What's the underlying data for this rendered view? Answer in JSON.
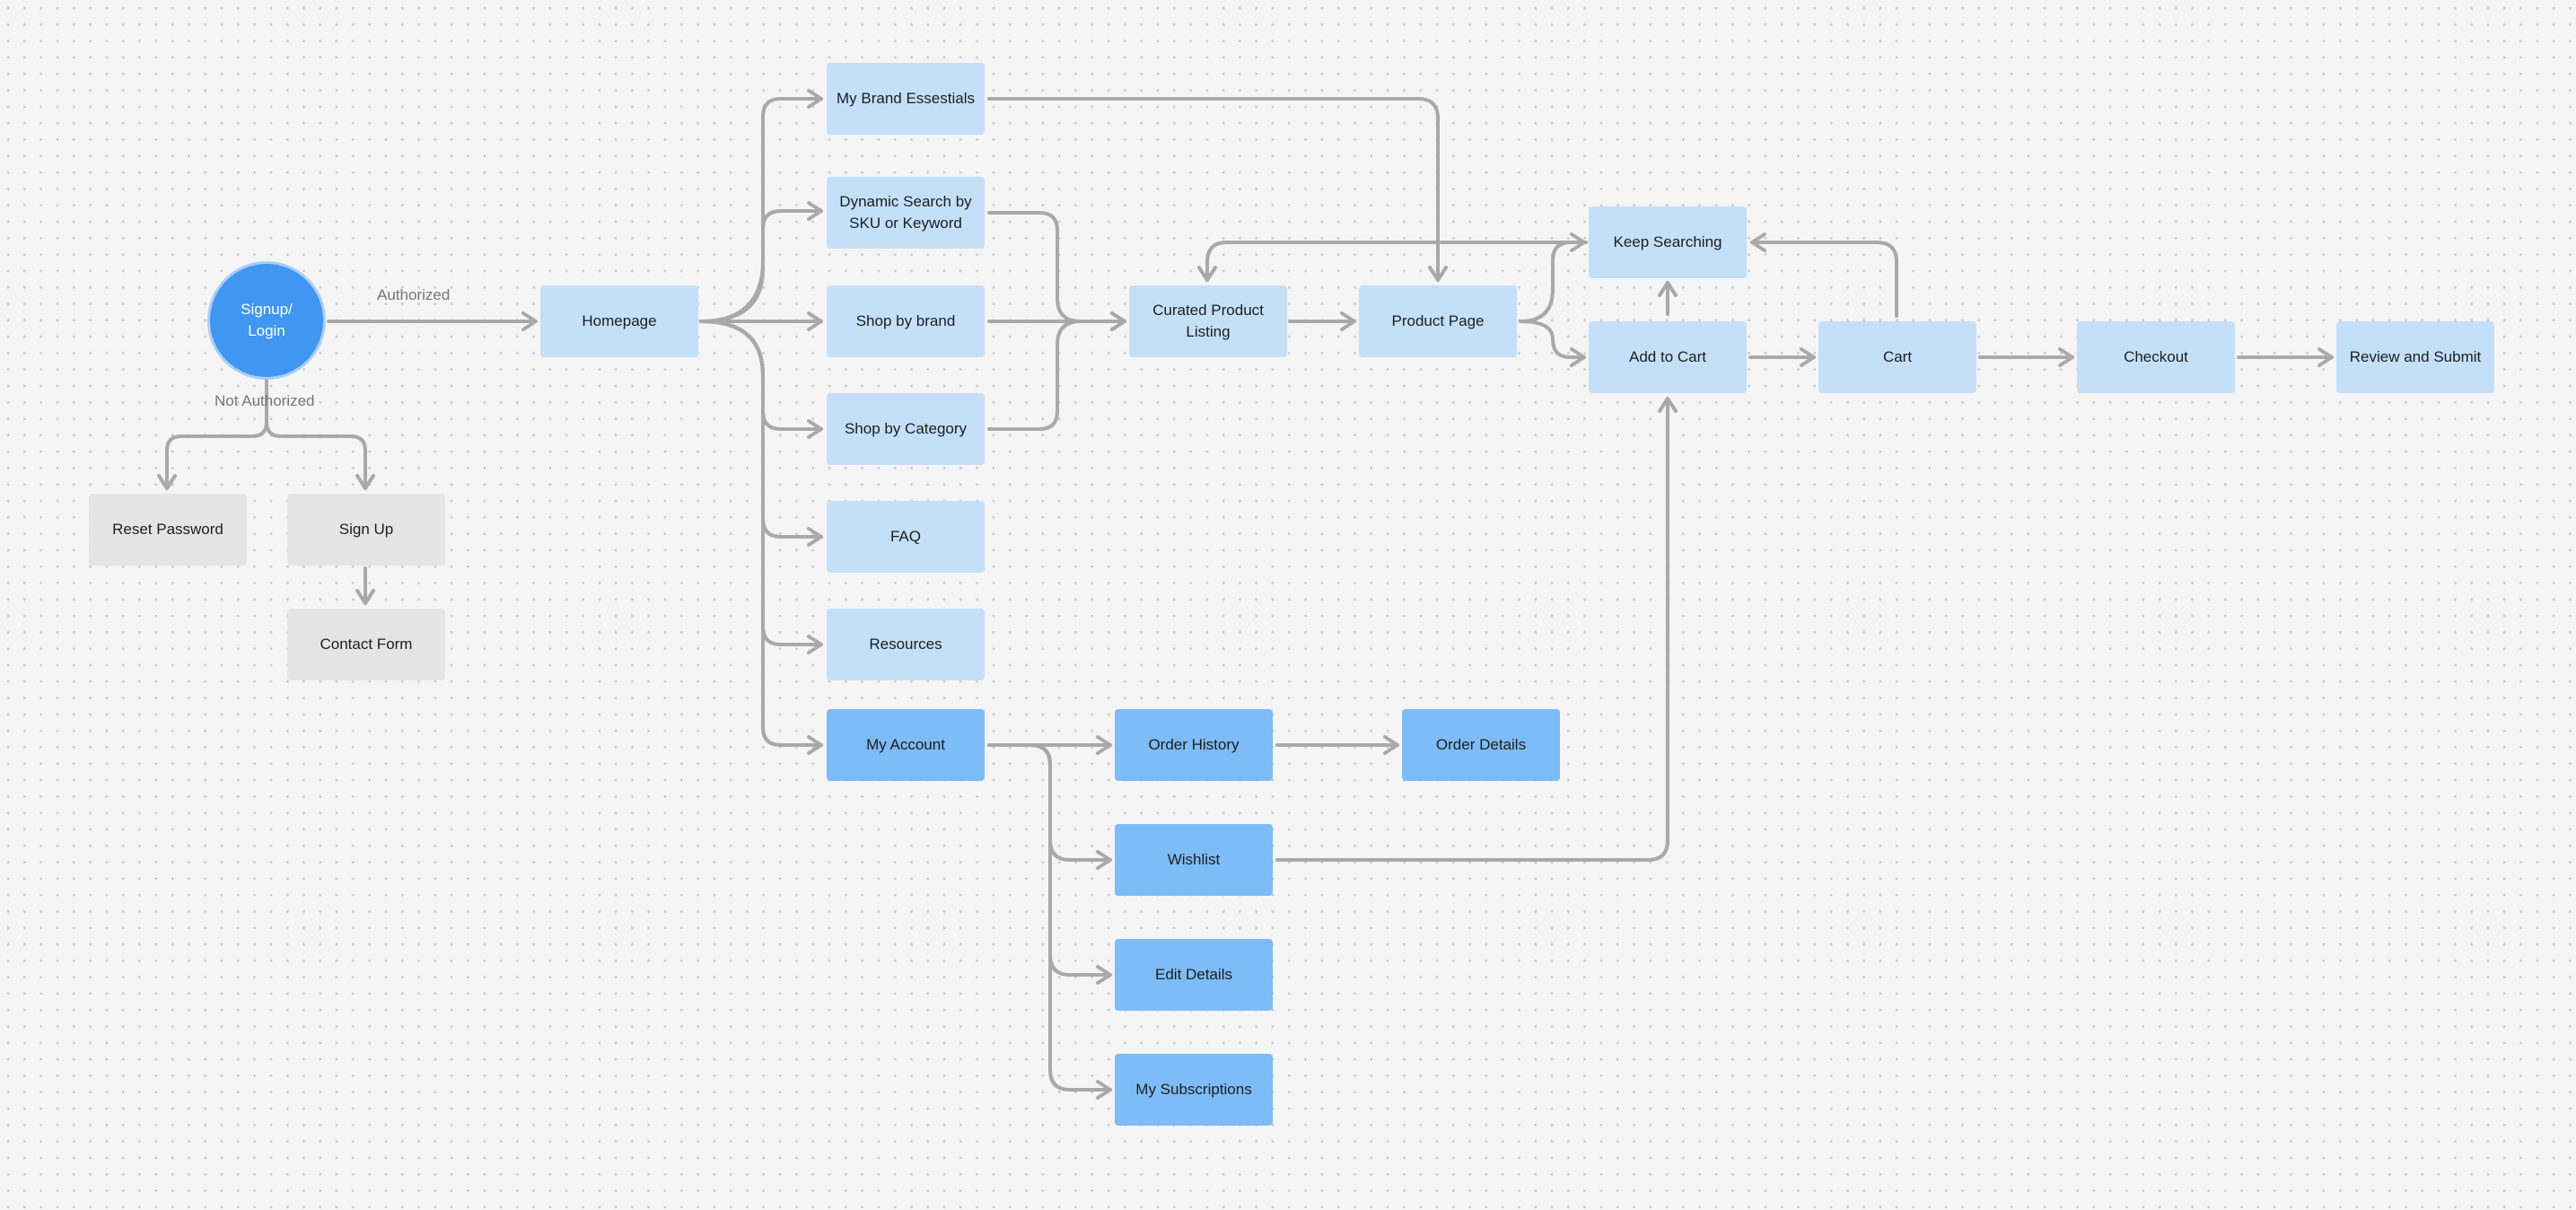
{
  "colors": {
    "start_node": "#4096f0",
    "page_node": "#c4e0f9",
    "account_node": "#7dbcf6",
    "secondary_node": "#e5e5e5",
    "connector": "#a9a9a9",
    "canvas": "#f5f5f5"
  },
  "nodes": {
    "signup_login": "Signup/\nLogin",
    "reset_password": "Reset Password",
    "sign_up": "Sign Up",
    "contact_form": "Contact Form",
    "homepage": "Homepage",
    "my_brand_essentials": "My Brand Essestials",
    "dynamic_search": "Dynamic Search by\nSKU or Keyword",
    "shop_by_brand": "Shop by brand",
    "shop_by_category": "Shop by Category",
    "faq": "FAQ",
    "resources": "Resources",
    "my_account": "My Account",
    "curated_product_listing": "Curated Product\nListing",
    "product_page": "Product Page",
    "keep_searching": "Keep Searching",
    "add_to_cart": "Add to Cart",
    "cart": "Cart",
    "checkout": "Checkout",
    "review_and_submit": "Review and Submit",
    "order_history": "Order History",
    "order_details": "Order Details",
    "wishlist": "Wishlist",
    "edit_details": "Edit Details",
    "my_subscriptions": "My Subscriptions"
  },
  "edge_labels": {
    "authorized": "Authorized",
    "not_authorized": "Not Authorized"
  }
}
